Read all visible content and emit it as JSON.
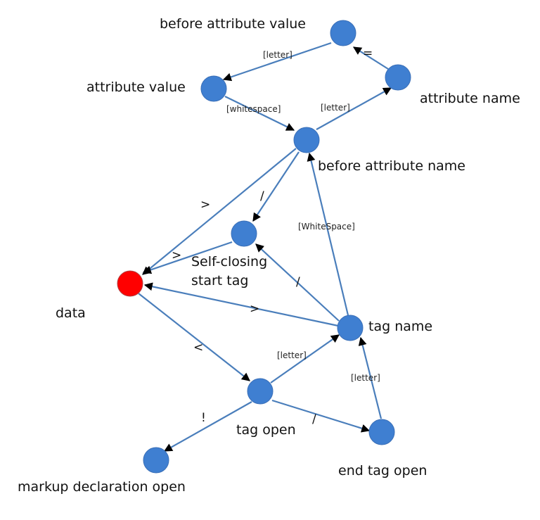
{
  "colors": {
    "node": "#3f7fd1",
    "start_node": "#ff0000",
    "edge": "#4a7ebb",
    "arrowhead": "#000000",
    "text": "#111111"
  },
  "states": {
    "before_attribute_value": "before attribute value",
    "attribute_value": "attribute value",
    "attribute_name": "attribute name",
    "before_attribute_name": "before attribute name",
    "self_closing_line1": "Self-closing",
    "self_closing_line2": "start tag",
    "data": "data",
    "tag_name": "tag name",
    "tag_open": "tag open",
    "end_tag_open": "end tag open",
    "markup_declaration_open": "markup declaration open"
  },
  "transitions": {
    "bav_to_av": "[letter]",
    "an_to_bav": "=",
    "av_to_ban": "[whitespace]",
    "ban_to_an": "[letter]",
    "ban_to_data": ">",
    "ban_to_sc": "/",
    "sc_to_data": ">",
    "tn_to_ban": "[WhiteSpace]",
    "tn_to_sc": "/",
    "tn_to_data": ">",
    "data_to_to": "<",
    "to_to_tn": "[letter]",
    "eto_to_tn": "[letter]",
    "to_to_mdo": "!",
    "to_to_eto": "/"
  }
}
